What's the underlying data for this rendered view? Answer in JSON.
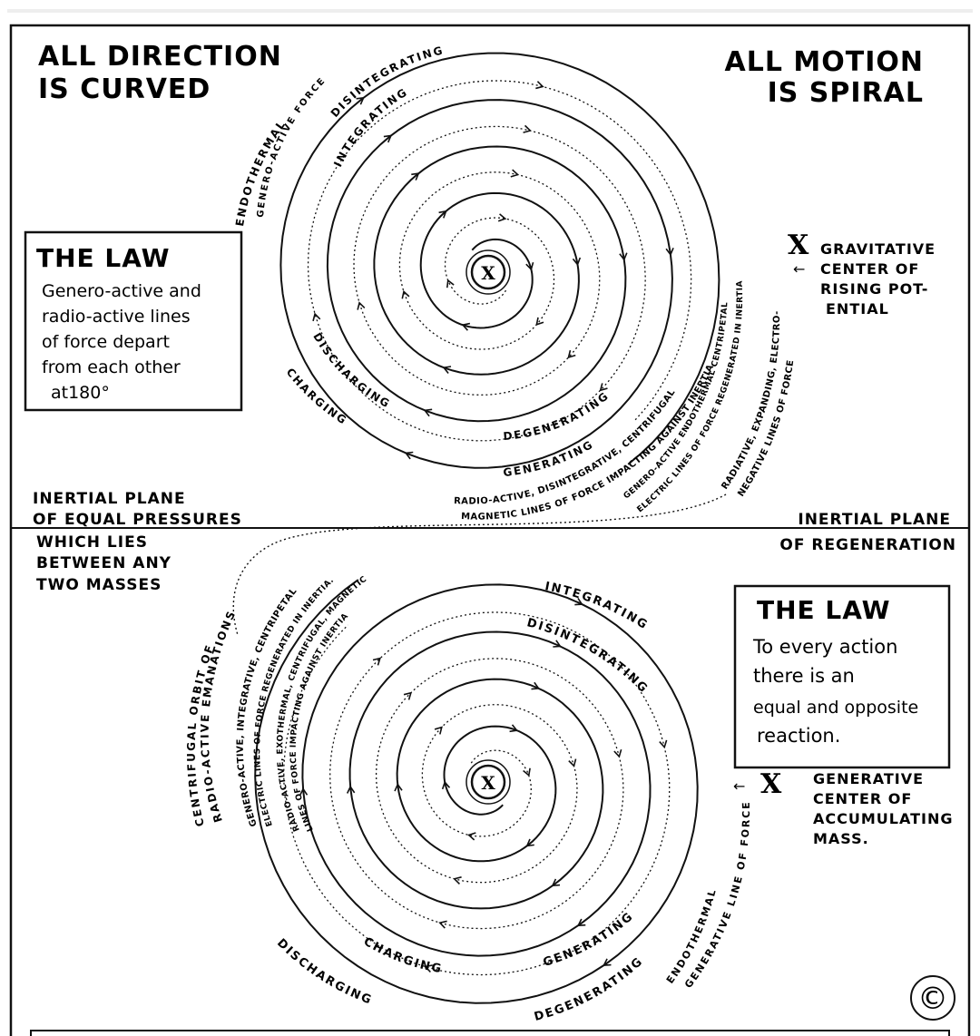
{
  "headings": {
    "top_left": [
      "ALL DIRECTION",
      "IS CURVED"
    ],
    "top_right": [
      "ALL MOTION",
      "IS SPIRAL"
    ]
  },
  "law_top": {
    "title": "THE LAW",
    "lines": [
      "Genero-active and",
      "radio-active lines",
      "of force depart",
      "from each other",
      "at180°"
    ]
  },
  "law_bottom": {
    "title": "THE LAW",
    "lines": [
      "To every action",
      "there is an",
      "equal and opposite",
      "reaction."
    ]
  },
  "center_marker": "X",
  "gravitative": {
    "marker": "X",
    "lines": [
      "GRAVITATIVE",
      "CENTER OF",
      "RISING POT-",
      "ENTIAL"
    ]
  },
  "generative": {
    "marker": "X",
    "lines": [
      "GENERATIVE",
      "CENTER OF",
      "ACCUMULATING",
      "MASS."
    ]
  },
  "inertial_left": [
    "INERTIAL PLANE",
    "OF EQUAL PRESSURES",
    "WHICH LIES",
    "BETWEEN ANY",
    "TWO MASSES"
  ],
  "inertial_right": [
    "INERTIAL PLANE",
    "OF REGENERATION"
  ],
  "top_spiral_labels": {
    "endothermal": "ENDOTHERMAL",
    "genero_active_force": "GENERO-ACTIVE FORCE",
    "disintegrating": "DISINTEGRATING",
    "integrating": "INTEGRATING",
    "discharging": "DISCHARGING",
    "charging": "CHARGING",
    "degenerating": "DEGENERATING",
    "generating": "GENERATING",
    "radio_active_1": "RADIO-ACTIVE, DISINTEGRATIVE, CENTRIFUGAL",
    "radio_active_2": "MAGNETIC LINES OF FORCE IMPACTING AGAINST INERTIA",
    "genero_active_1": "GENERO-ACTIVE ENDOTHERMAL CENTRIPETAL",
    "genero_active_2": "ELECTRIC LINES OF FORCE REGENERATED IN INERTIA",
    "radiative_1": "RADIATIVE, EXPANDING, ELECTRO-",
    "radiative_2": "NEGATIVE LINES OF FORCE"
  },
  "bottom_spiral_labels": {
    "integrating": "INTEGRATING",
    "disintegrating": "DISINTEGRATING",
    "charging": "CHARGING",
    "discharging": "DISCHARGING",
    "generating": "GENERATING",
    "degenerating": "DEGENERATING",
    "endothermal": "ENDOTHERMAL",
    "generative_line": "GENERATIVE LINE OF FORCE",
    "centrifugal_orbit": "CENTRIFUGAL ORBIT OF",
    "radio_active_emanations": "RADIO-ACTIVE EMANATIONS",
    "genero_active_1": "GENERO-ACTIVE, INTEGRATIVE, CENTRIPETAL",
    "genero_active_2": "ELECTRIC LINES OF FORCE REGENERATED IN INERTIA.",
    "radio_active_1": "RADIO-ACTIVE, EXOTHERMAL, CENTRIFUGAL, MAGNETIC",
    "radio_active_2": "LINES OF FORCE IMPACTING AGAINST INERTIA"
  },
  "copyright": "©",
  "colors": {
    "ink": "#111111",
    "paper": "#ffffff"
  }
}
